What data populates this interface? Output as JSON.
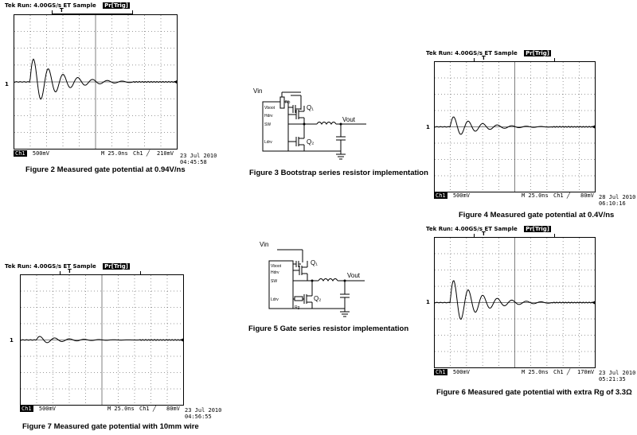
{
  "scope_common": {
    "brand": "Tek",
    "run_status": "Run: 4.00GS/s ET Sample",
    "trigger_badge": "Pr[Trig]",
    "trigger_marker": "T",
    "ground_marker": "1",
    "channel_label": "Ch1",
    "volts_div": "500mV",
    "timebase": "M 25.0ns",
    "trigger_source": "Ch1 ╱"
  },
  "figures": [
    {
      "id": "fig2",
      "trigger_level": "210mV",
      "date": "23 Jul 2010",
      "time": "04:45:58",
      "caption": "Figure 2 Measured gate potential at 0.94V/ns",
      "ringing": [
        1.55,
        0.95,
        0.55
      ]
    },
    {
      "id": "fig4",
      "trigger_level": "80mV",
      "date": "28 Jul 2010",
      "time": "06:10:16",
      "caption": "Figure 4 Measured gate potential at 0.4V/ns",
      "ringing": [
        0.7,
        0.55,
        0.35
      ]
    },
    {
      "id": "fig6",
      "trigger_level": "170mV",
      "date": "23 Jul 2010",
      "time": "05:21:35",
      "caption": "Figure 6 Measured gate potential with extra Rg of 3.3Ω",
      "ringing": [
        1.55,
        0.3,
        0.1
      ]
    },
    {
      "id": "fig7",
      "trigger_level": "80mV",
      "date": "23 Jul 2010",
      "time": "04:56:55",
      "caption": "Figure 7 Measured gate potential with 10mm wire",
      "ringing": [
        0.25,
        0.15,
        0.05
      ]
    }
  ],
  "schematics": [
    {
      "id": "fig3",
      "caption": "Figure 3 Bootstrap series resistor implementation",
      "vin": "Vin",
      "vout": "Vout",
      "pins": [
        "Vboot",
        "Hdrv",
        "SW",
        "Ldrv"
      ],
      "resistor": "Rb",
      "q1": "Q₁",
      "q2": "Q₂"
    },
    {
      "id": "fig5",
      "caption": "Figure 5 Gate series resistor implementation",
      "vin": "Vin",
      "vout": "Vout",
      "pins": [
        "Vboot",
        "Hdrv",
        "SW",
        "Ldrv"
      ],
      "resistor": "Rg",
      "q1": "Q₁",
      "q2": "Q₂"
    }
  ]
}
